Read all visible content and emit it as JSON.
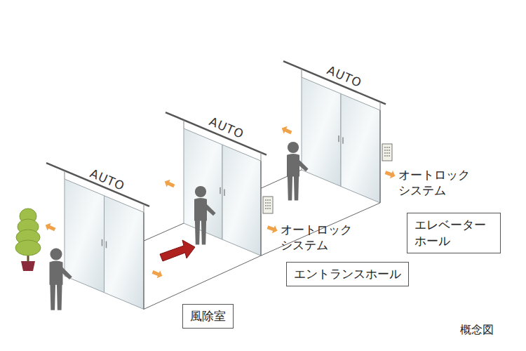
{
  "diagram": {
    "caption": "概念図",
    "nodes": [
      {
        "text": [
          "エレベーター ホール"
        ]
      },
      {
        "text": [
          "エントランスホール"
        ]
      },
      {
        "text": [
          "風除室"
        ]
      }
    ],
    "labels": [
      "AUTO",
      "AUTO",
      "AUTO",
      "オートロック システム",
      "オートロック システム"
    ]
  }
}
